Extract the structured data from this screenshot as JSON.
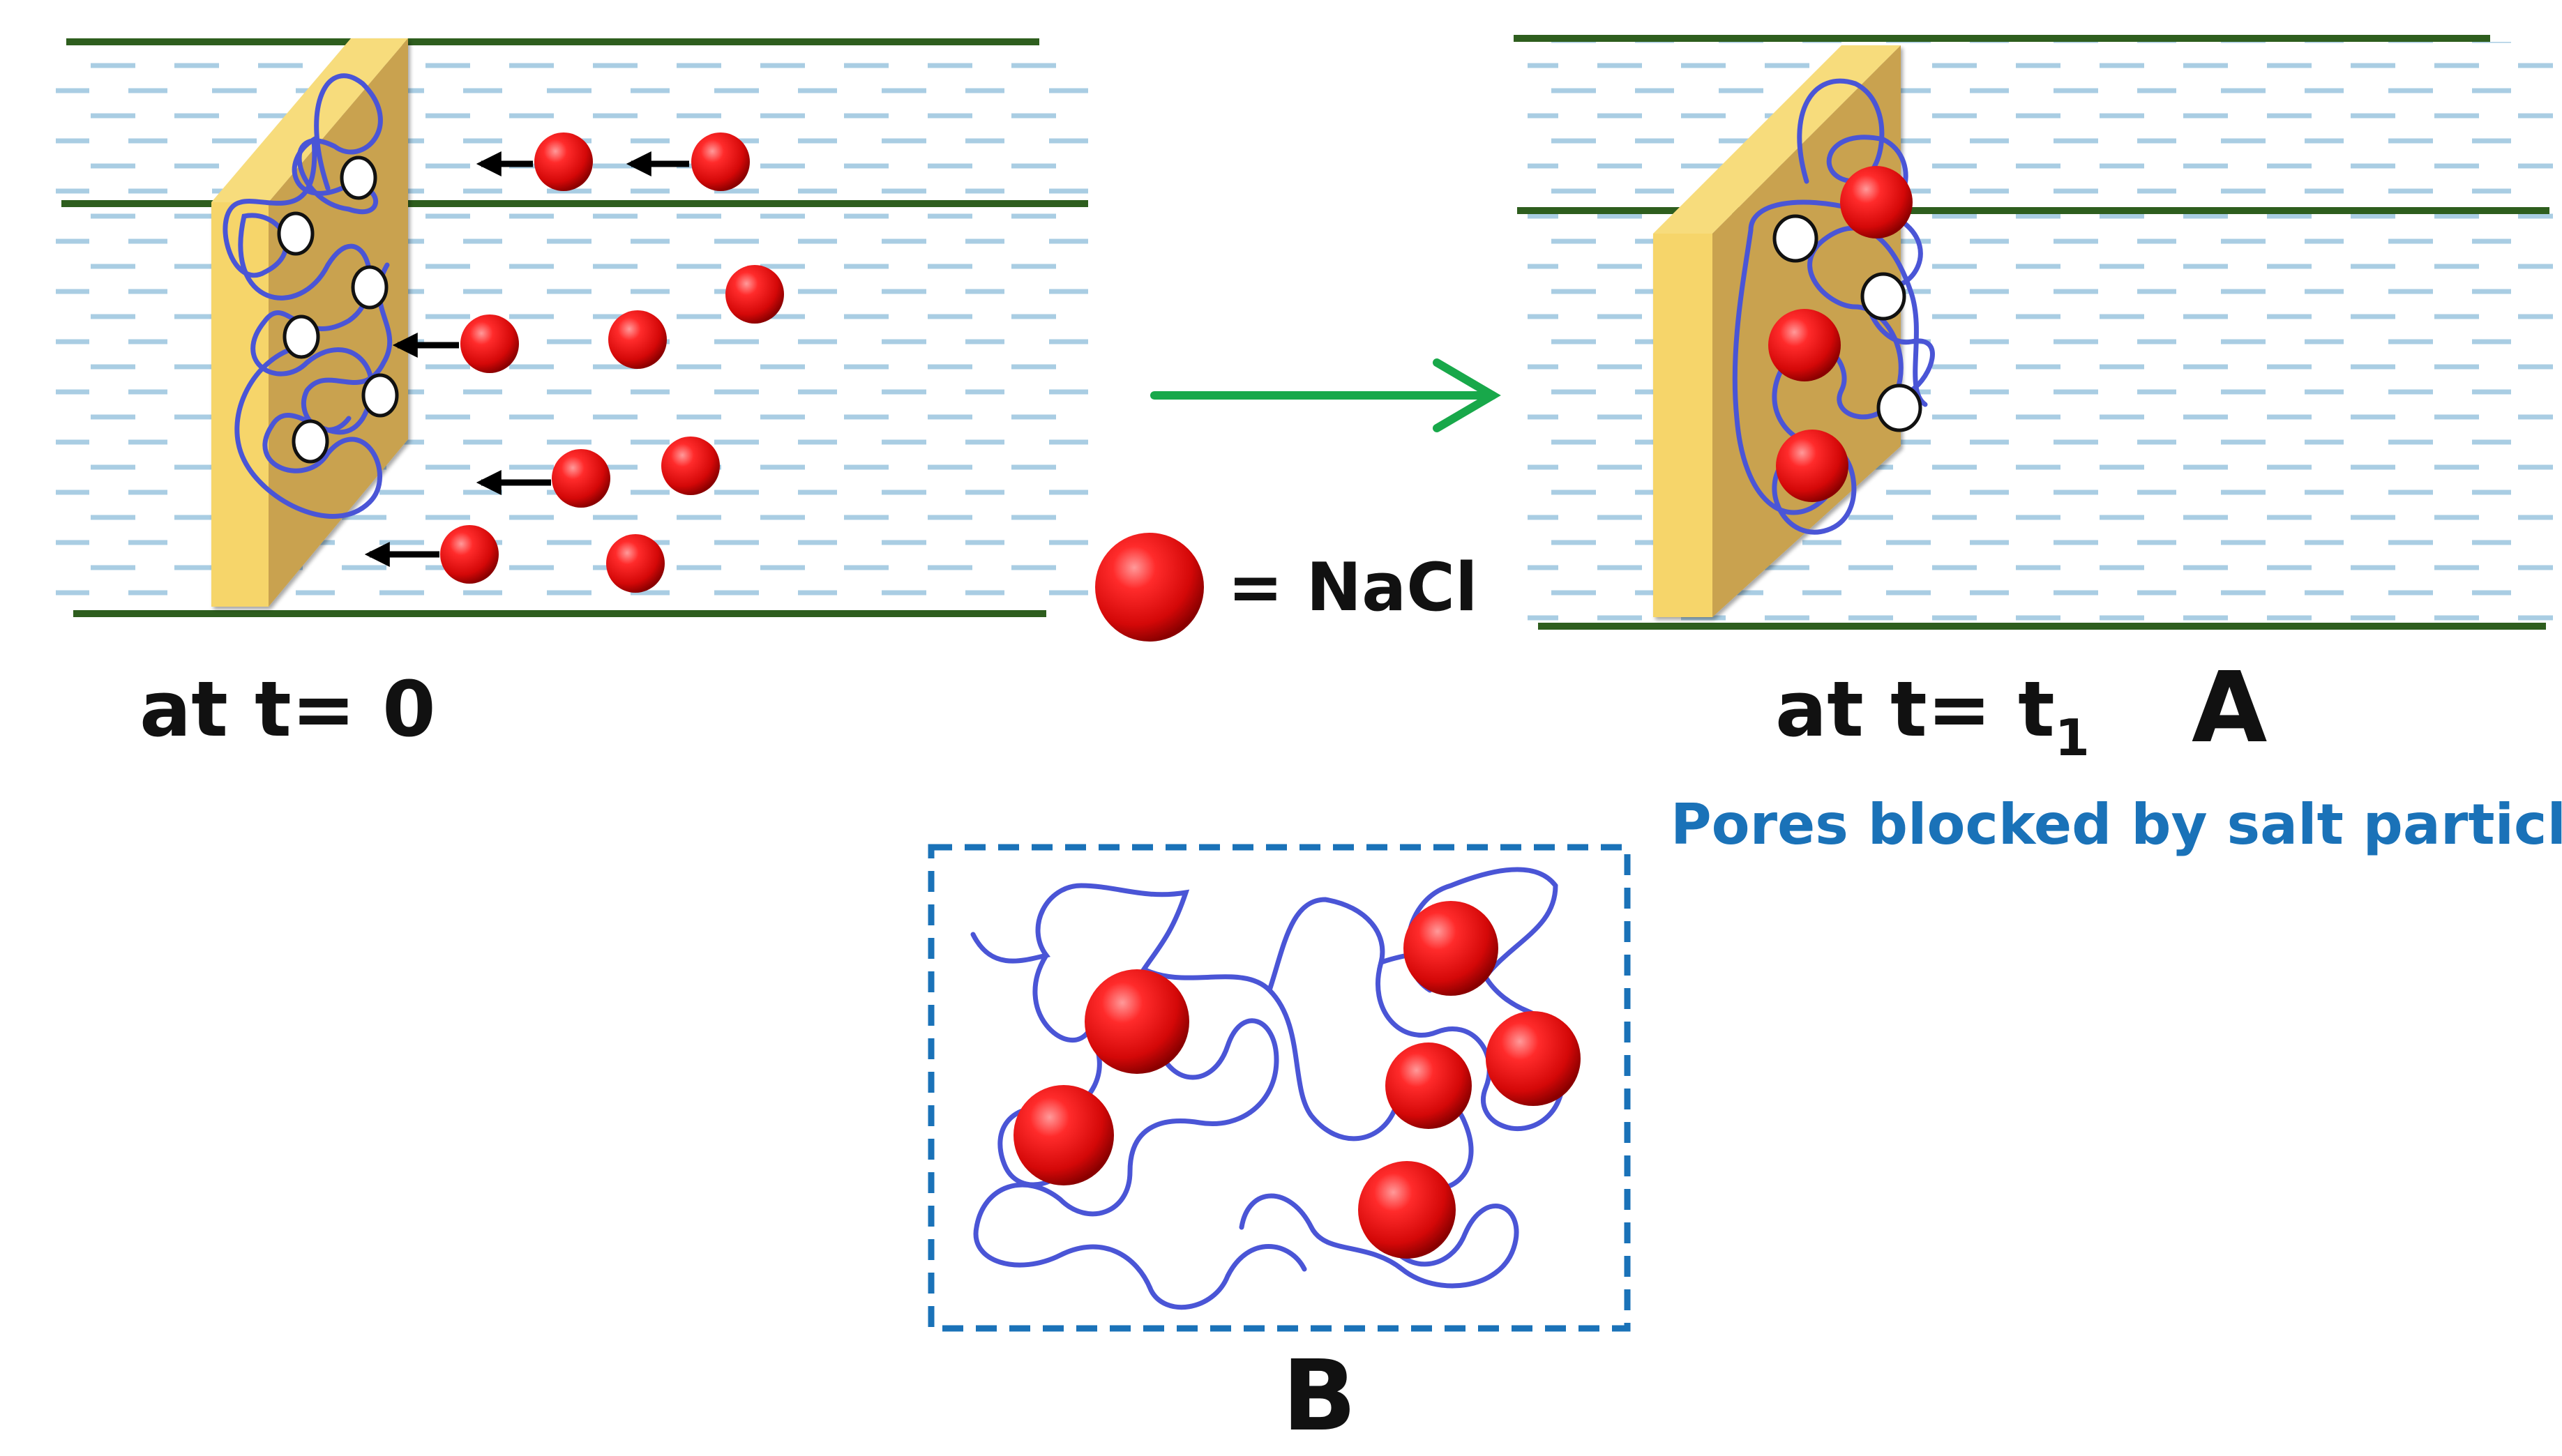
{
  "labels": {
    "t0": "at t= 0",
    "t1_main": "at t= t",
    "t1_sub": "1",
    "panel_a": "A",
    "panel_b": "B",
    "legend": "= NaCl",
    "blocked_caption": "Pores blocked by salt particles"
  },
  "colors": {
    "water_line": "#2e5e1e",
    "water_dash": "#a9cde3",
    "membrane_front": "#f6d56a",
    "membrane_face": "#c9a24f",
    "polymer": "#4a55d6",
    "salt": "#e01010",
    "arrow_green": "#18a84a",
    "caption_blue": "#1a72b8",
    "box_dash": "#1a72b8"
  },
  "icons": [
    "nacl-particle",
    "left-arrow",
    "process-arrow"
  ]
}
